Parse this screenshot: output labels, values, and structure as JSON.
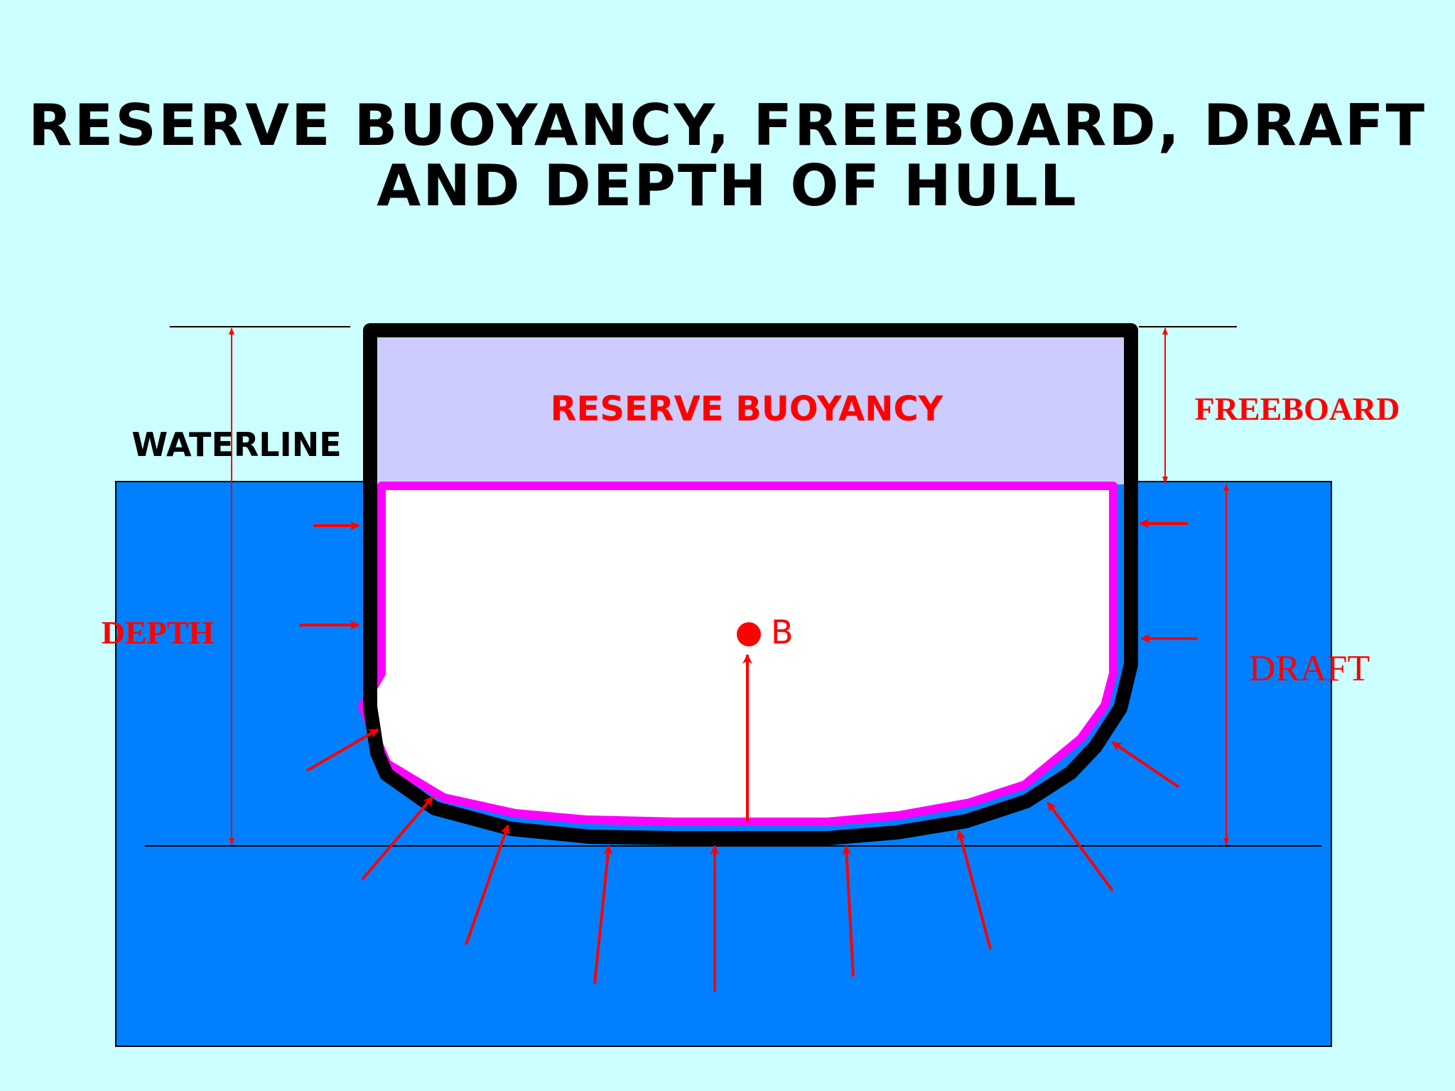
{
  "title": {
    "line1": "RESERVE BUOYANCY, FREEBOARD, DRAFT",
    "line2": "AND DEPTH OF HULL"
  },
  "labels": {
    "reserve_buoyancy": "RESERVE BUOYANCY",
    "freeboard": "FREEBOARD",
    "waterline": "WATERLINE",
    "depth": "DEPTH",
    "draft": "DRAFT",
    "buoyancy_center": "B"
  },
  "colors": {
    "background": "#ccffff",
    "water": "#0080ff",
    "reserve_area": "#ccccff",
    "hull_outline": "#000000",
    "submerged_outline": "#ff00ff",
    "annotation": "#ff0000"
  }
}
